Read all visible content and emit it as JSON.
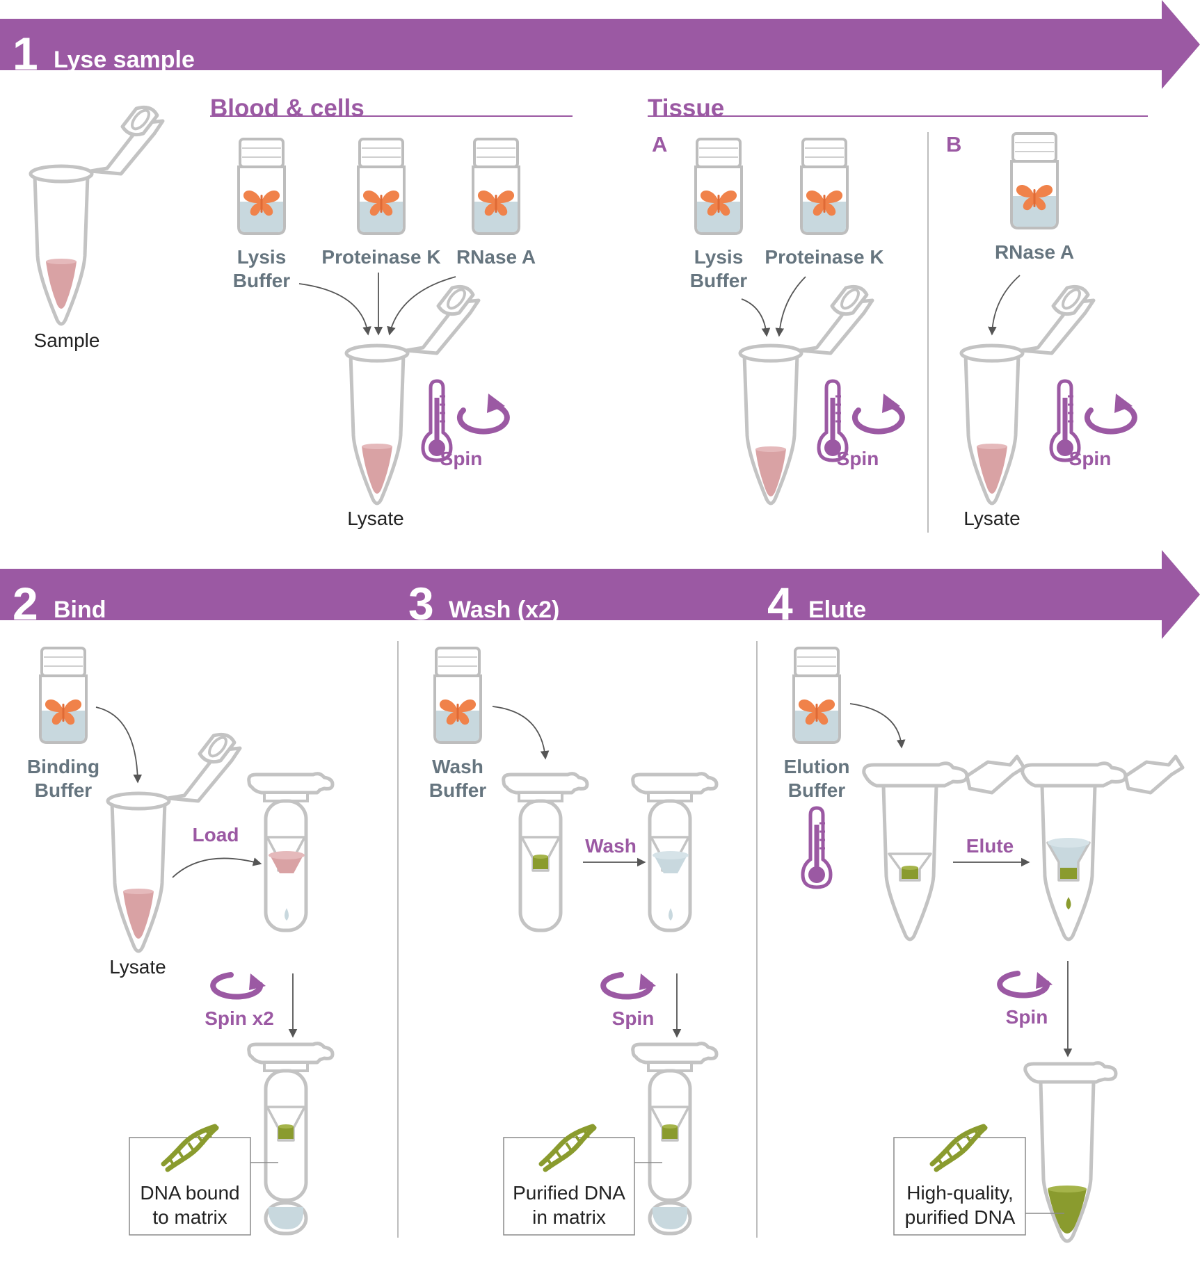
{
  "colors": {
    "purple": "#9b59a3",
    "gray_text": "#66757f",
    "tube_gray": "#c3c3c3",
    "lysate_pink": "#d9a2a4",
    "buffer_blue": "#c8d8de",
    "matrix_green": "#8a9b2e",
    "butterfly_orange": "#f0824a",
    "arrow_gray": "#555555"
  },
  "steps": [
    {
      "number": "1",
      "title": "Lyse sample"
    },
    {
      "number": "2",
      "title": "Bind"
    },
    {
      "number": "3",
      "title": "Wash (x2)"
    },
    {
      "number": "4",
      "title": "Elute"
    }
  ],
  "lyse": {
    "sample_label": "Sample",
    "blood_heading": "Blood & cells",
    "tissue_heading": "Tissue",
    "option_a": "A",
    "option_b": "B",
    "lysis_buffer": [
      "Lysis",
      "Buffer"
    ],
    "proteinase_k": "Proteinase K",
    "rnase_a": "RNase A",
    "lysate_label": "Lysate",
    "spin": "Spin"
  },
  "bind": {
    "binding_buffer": [
      "Binding",
      "Buffer"
    ],
    "lysate_label": "Lysate",
    "load": "Load",
    "spin": "Spin x2",
    "callout": [
      "DNA bound",
      "to matrix"
    ]
  },
  "wash": {
    "wash_buffer": [
      "Wash",
      "Buffer"
    ],
    "wash": "Wash",
    "spin": "Spin",
    "callout": [
      "Purified DNA",
      "in matrix"
    ]
  },
  "elute": {
    "elution_buffer": [
      "Elution",
      "Buffer"
    ],
    "elute": "Elute",
    "spin": "Spin",
    "callout": [
      "High-quality,",
      "purified DNA"
    ]
  },
  "icons": [
    "butterfly-icon",
    "thermometer-icon",
    "spin-icon",
    "dna-icon"
  ]
}
